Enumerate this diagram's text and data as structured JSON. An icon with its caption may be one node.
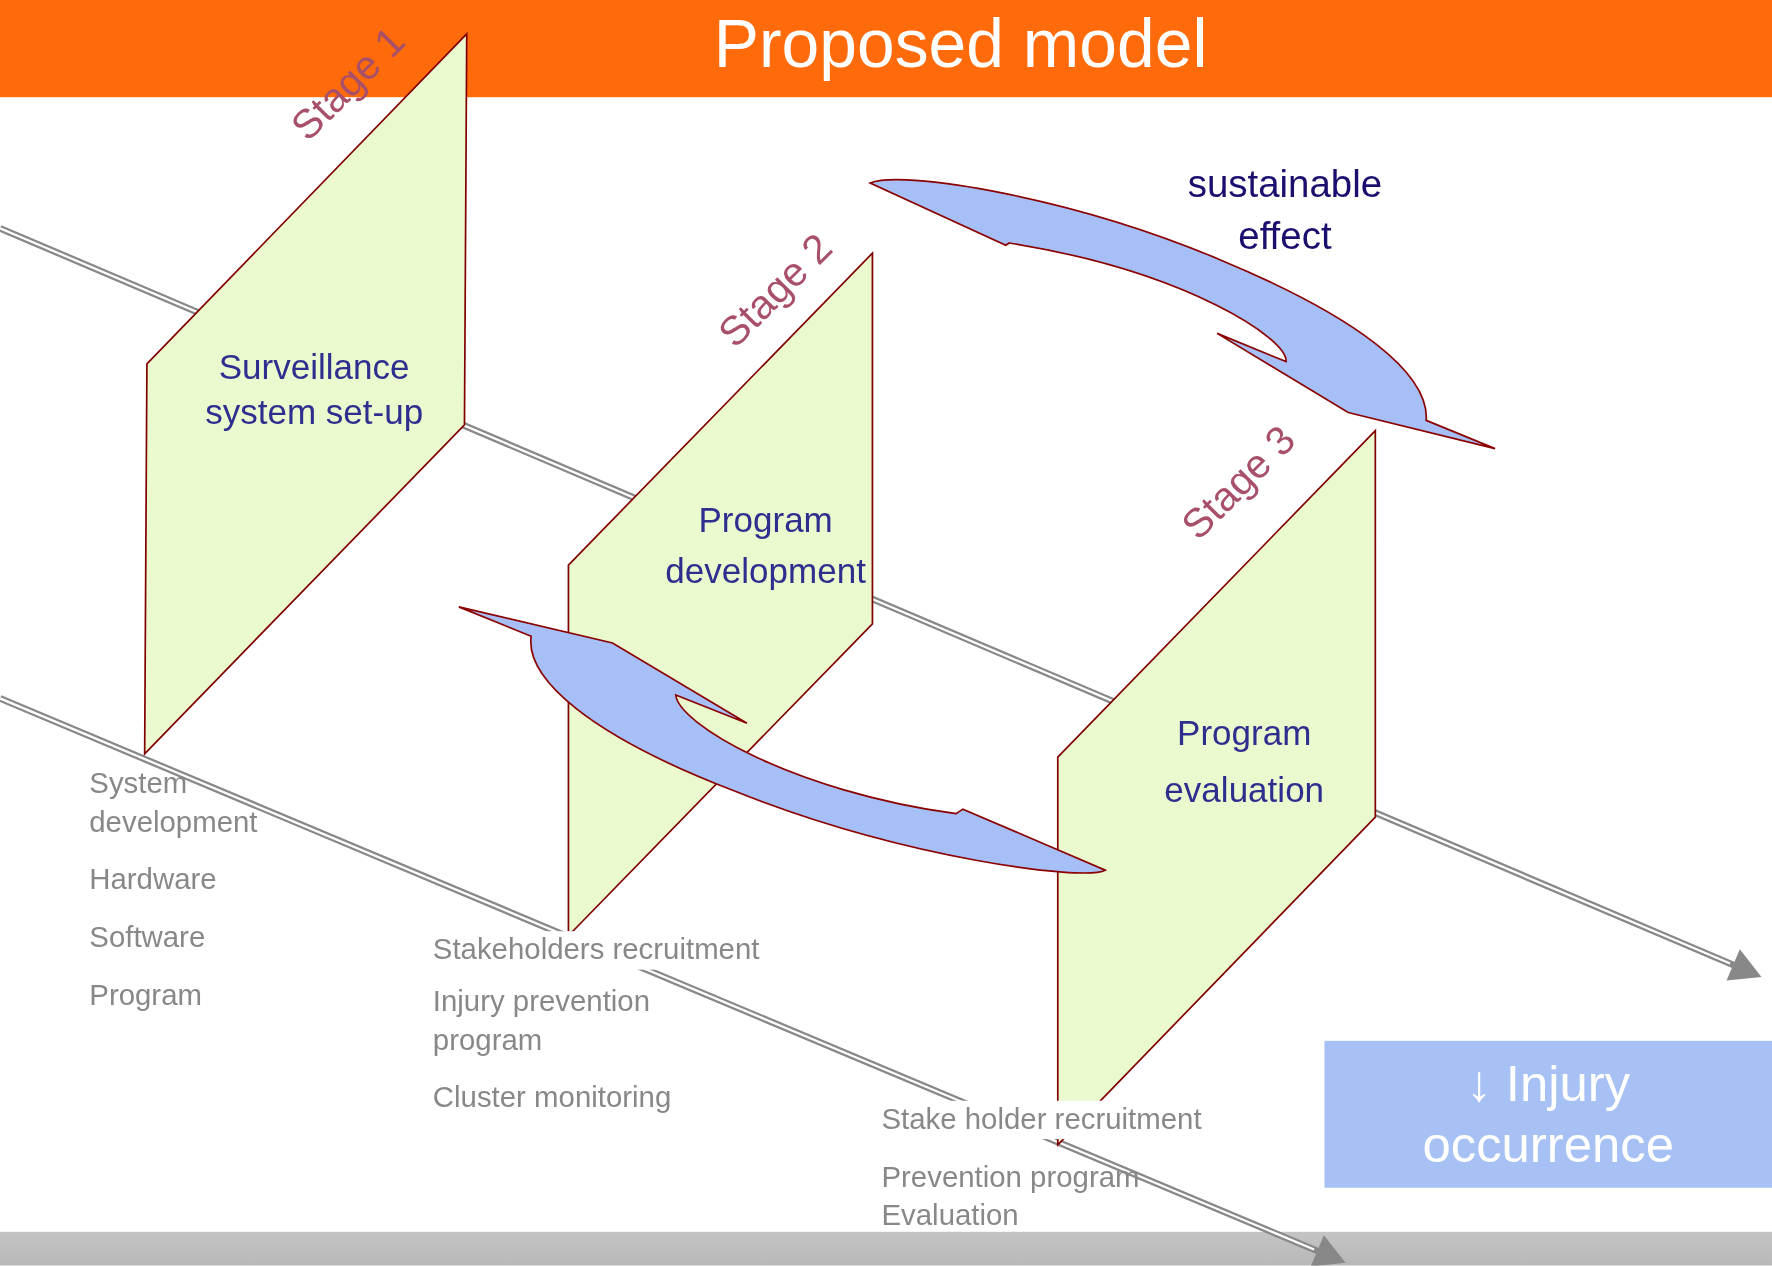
{
  "diagram": {
    "title": "Proposed model",
    "nodes": [
      {
        "text": [
          "Surveillance system set-up"
        ],
        "beside": [
          "Stage 1"
        ]
      },
      {
        "text": [
          "Program development"
        ],
        "beside": [
          "Stage 2"
        ]
      },
      {
        "text": [
          "Program evaluation"
        ],
        "beside": [
          "Stage 3"
        ]
      },
      {
        "text": [
          "↓ Injury occurrence"
        ]
      }
    ],
    "edges": [
      {
        "from": 1,
        "to": 2,
        "arrow": "to",
        "label": "sustainable effect"
      },
      {
        "from": 2,
        "to": 1,
        "arrow": "to"
      }
    ],
    "labels": [
      "System development",
      "Hardware",
      "Software",
      "Program",
      "Stakeholders recruitment",
      "Injury prevention program",
      "Cluster monitoring",
      "Stake holder recruitment",
      "Prevention program Evaluation"
    ]
  }
}
